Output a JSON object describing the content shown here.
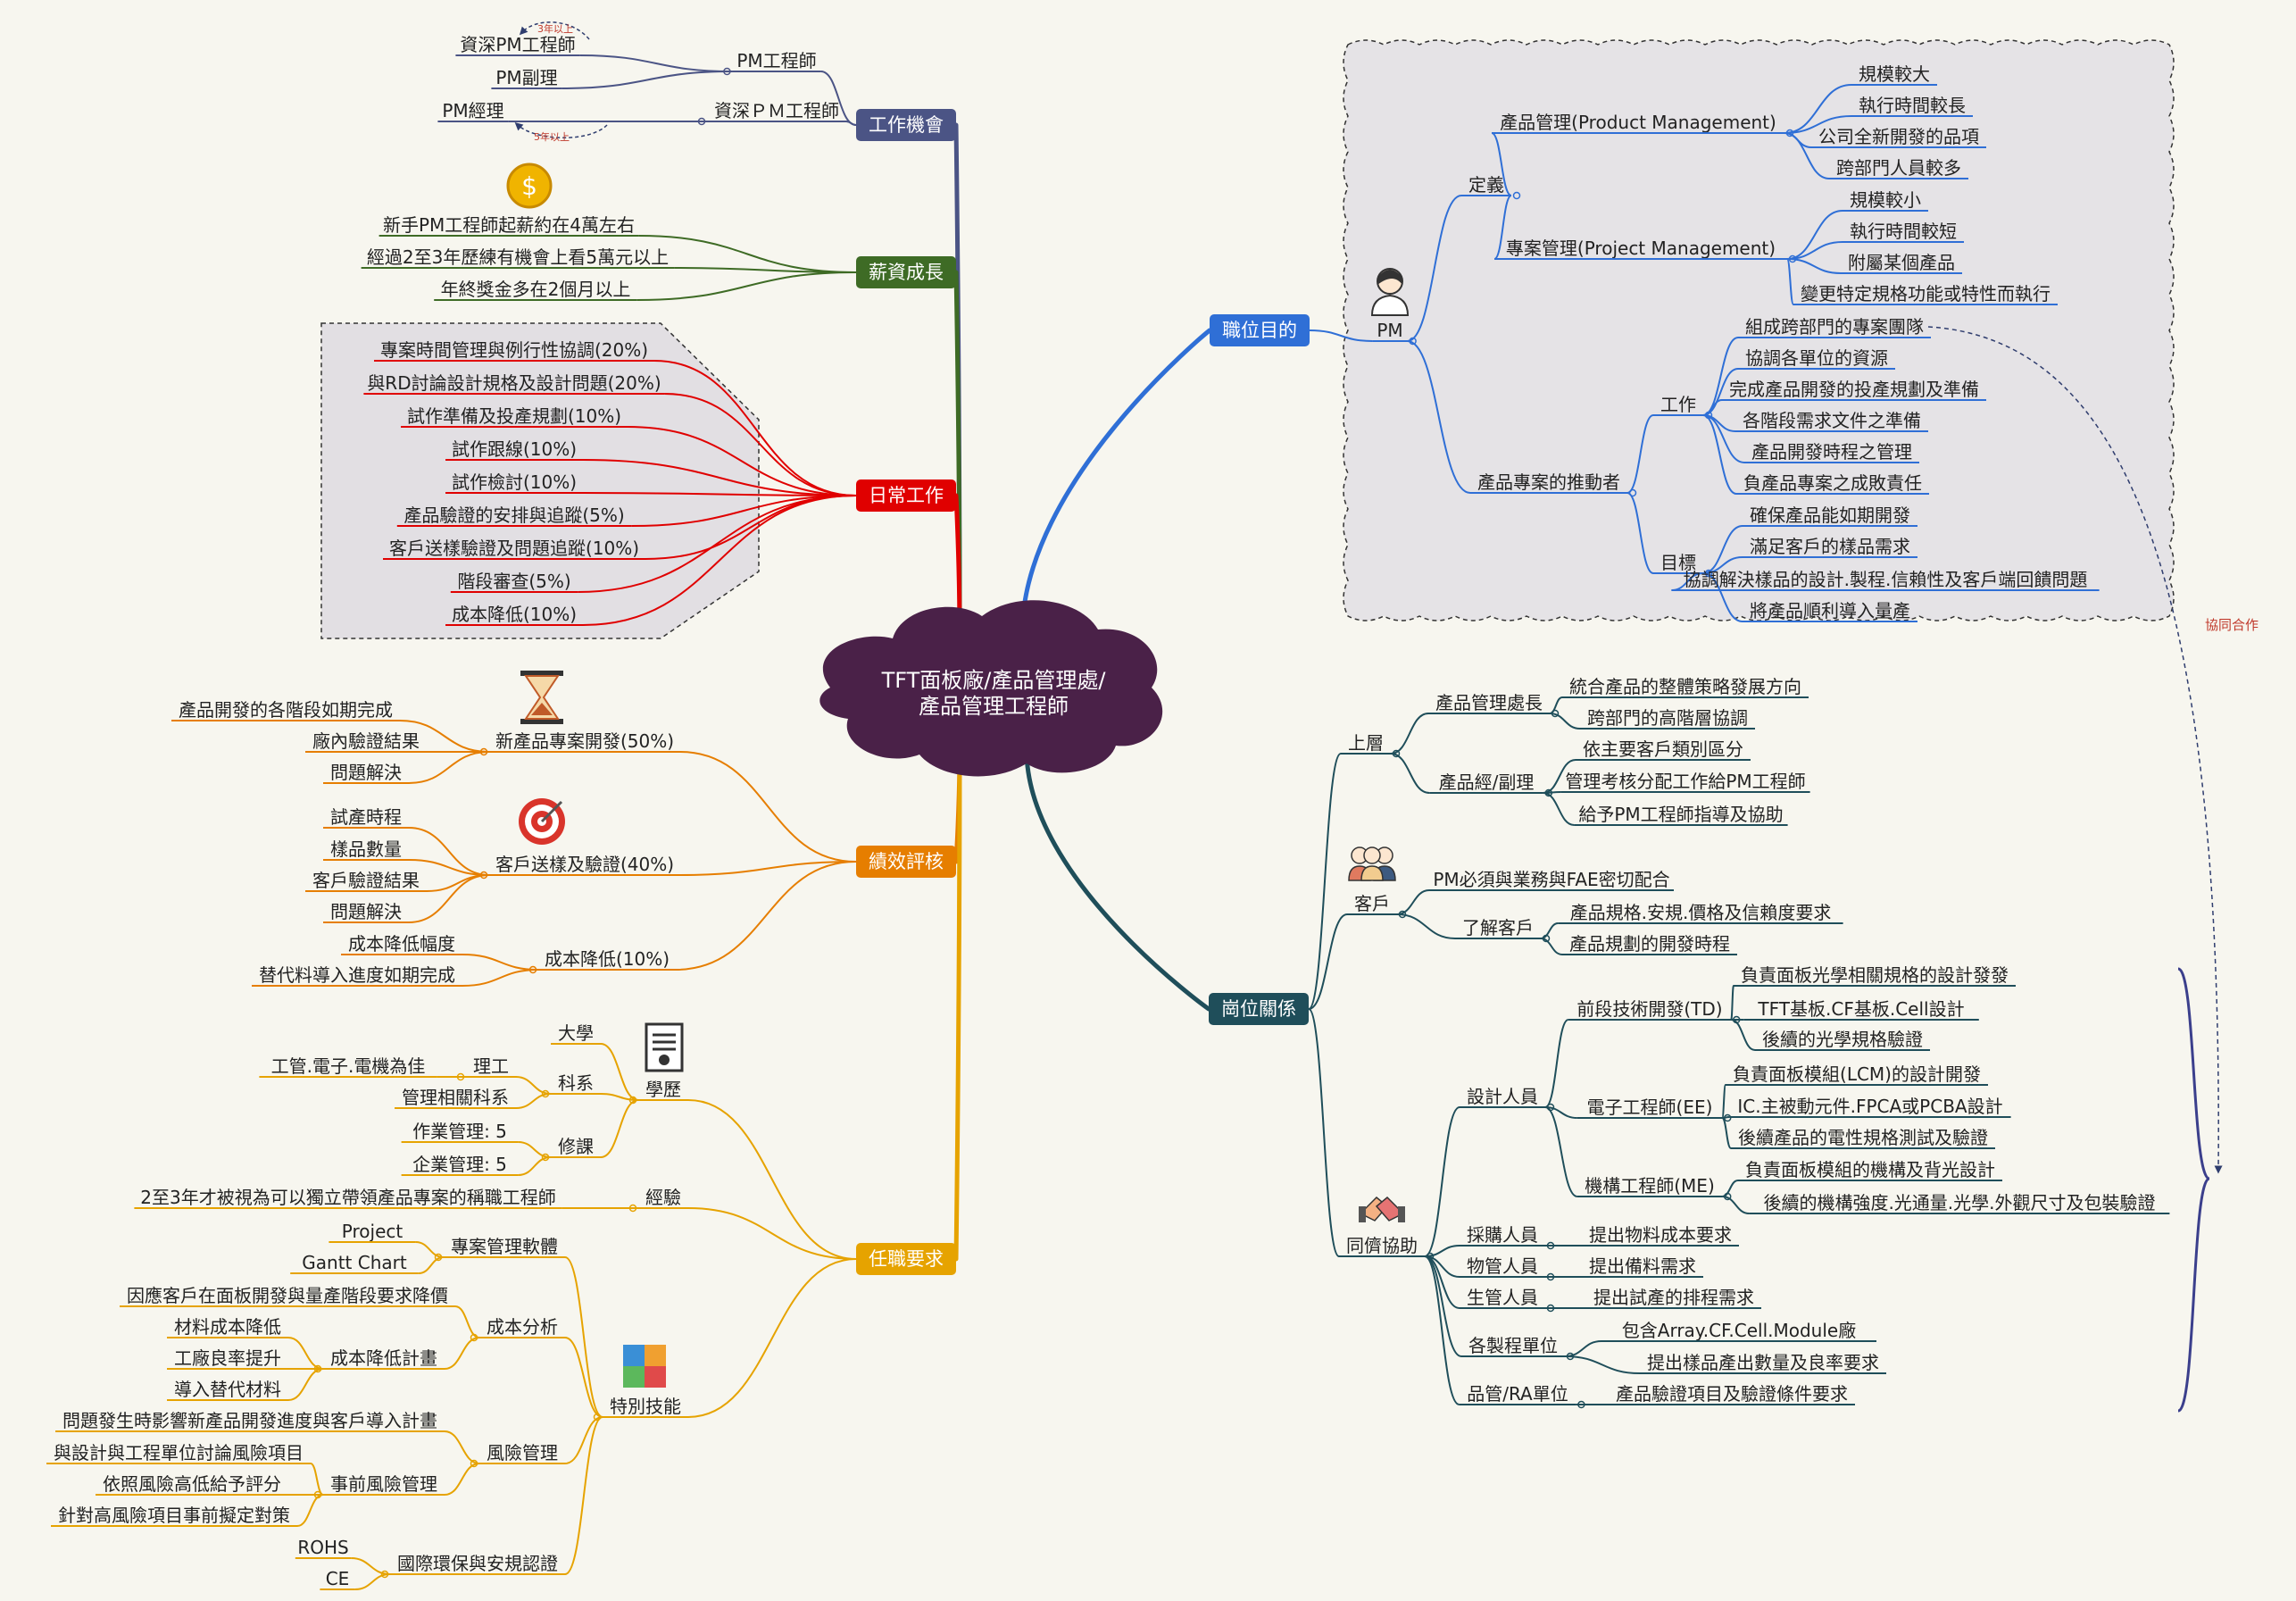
{
  "root": {
    "title": "TFT面板廠/產品管理處/產品管理工程師",
    "line1": "TFT面板廠/產品管理處/",
    "line2": "產品管理工程師",
    "color": "#4a2148"
  },
  "branches": [
    {
      "id": "b-career",
      "label": "工作機會",
      "color": "#4b5485",
      "children": [
        {
          "label": "PM工程師",
          "children": [
            {
              "label": "資深PM工程師"
            },
            {
              "label": "PM副理"
            }
          ]
        },
        {
          "label": "資深ＰＭ工程師",
          "children": [
            {
              "label": "PM經理"
            }
          ]
        }
      ]
    },
    {
      "id": "b-salary",
      "label": "薪資成長",
      "color": "#3e6b25",
      "children": [
        {
          "label": "新手PM工程師起薪約在4萬左右"
        },
        {
          "label": "經過2至3年歷練有機會上看5萬元以上"
        },
        {
          "label": "年終獎金多在2個月以上"
        }
      ]
    },
    {
      "id": "b-daily",
      "label": "日常工作",
      "color": "#e00000",
      "children": [
        {
          "label": "專案時間管理與例行性協調(20%)"
        },
        {
          "label": "與RD討論設計規格及設計問題(20%)"
        },
        {
          "label": "試作準備及投產規劃(10%)"
        },
        {
          "label": "試作跟線(10%)"
        },
        {
          "label": "試作檢討(10%)"
        },
        {
          "label": "產品驗證的安排與追蹤(5%)"
        },
        {
          "label": "客戶送樣驗證及問題追蹤(10%)"
        },
        {
          "label": "階段審查(5%)"
        },
        {
          "label": "成本降低(10%)"
        }
      ]
    },
    {
      "id": "b-perf",
      "label": "績效評核",
      "color": "#e67e00",
      "children": [
        {
          "label": "新產品專案開發(50%)",
          "children": [
            {
              "label": "產品開發的各階段如期完成"
            },
            {
              "label": "廠內驗證結果"
            },
            {
              "label": "問題解決"
            }
          ]
        },
        {
          "label": "客戶送樣及驗證(40%)",
          "children": [
            {
              "label": "試產時程"
            },
            {
              "label": "樣品數量"
            },
            {
              "label": "客戶驗證結果"
            },
            {
              "label": "問題解決"
            }
          ]
        },
        {
          "label": "成本降低(10%)",
          "children": [
            {
              "label": "成本降低幅度"
            },
            {
              "label": "替代料導入進度如期完成"
            }
          ]
        }
      ]
    },
    {
      "id": "b-req",
      "label": "任職要求",
      "color": "#e6a300",
      "children": [
        {
          "label": "學歷",
          "children": [
            {
              "label": "大學"
            },
            {
              "label": "科系",
              "children": [
                {
                  "label": "理工",
                  "children": [
                    {
                      "label": "工管.電子.電機為佳"
                    }
                  ]
                },
                {
                  "label": "管理相關科系"
                }
              ]
            },
            {
              "label": "修課",
              "children": [
                {
                  "label": "作業管理: 5"
                },
                {
                  "label": "企業管理: 5"
                }
              ]
            }
          ]
        },
        {
          "label": "經驗",
          "children": [
            {
              "label": "2至3年才被視為可以獨立帶領產品專案的稱職工程師"
            }
          ]
        },
        {
          "label": "特別技能",
          "children": [
            {
              "label": "專案管理軟體",
              "children": [
                {
                  "label": "Project"
                },
                {
                  "label": "Gantt Chart"
                }
              ]
            },
            {
              "label": "成本分析",
              "children": [
                {
                  "label": "因應客戶在面板開發與量產階段要求降價"
                },
                {
                  "label": "成本降低計畫",
                  "children": [
                    {
                      "label": "材料成本降低"
                    },
                    {
                      "label": "工廠良率提升"
                    },
                    {
                      "label": "導入替代材料"
                    }
                  ]
                }
              ]
            },
            {
              "label": "風險管理",
              "children": [
                {
                  "label": "問題發生時影響新產品開發進度與客戶導入計畫"
                },
                {
                  "label": "事前風險管理",
                  "children": [
                    {
                      "label": "與設計與工程單位討論風險項目"
                    },
                    {
                      "label": "依照風險高低給予評分"
                    },
                    {
                      "label": "針對高風險項目事前擬定對策"
                    }
                  ]
                }
              ]
            },
            {
              "label": "國際環保與安規認證",
              "children": [
                {
                  "label": "ROHS"
                },
                {
                  "label": "CE"
                }
              ]
            }
          ]
        }
      ]
    },
    {
      "id": "b-purpose",
      "label": "職位目的",
      "color": "#2f6fd6",
      "children": [
        {
          "label": "PM",
          "children": [
            {
              "label": "定義",
              "children": [
                {
                  "label": "產品管理(Product Management)",
                  "children": [
                    {
                      "label": "規模較大"
                    },
                    {
                      "label": "執行時間較長"
                    },
                    {
                      "label": "公司全新開發的品項"
                    },
                    {
                      "label": "跨部門人員較多"
                    }
                  ]
                },
                {
                  "label": "專案管理(Project Management)",
                  "children": [
                    {
                      "label": "規模較小"
                    },
                    {
                      "label": "執行時間較短"
                    },
                    {
                      "label": "附屬某個產品"
                    },
                    {
                      "label": "變更特定規格功能或特性而執行"
                    }
                  ]
                }
              ]
            },
            {
              "label": "產品專案的推動者",
              "children": [
                {
                  "label": "工作",
                  "children": [
                    {
                      "label": "組成跨部門的專案團隊"
                    },
                    {
                      "label": "協調各單位的資源"
                    },
                    {
                      "label": "完成產品開發的投產規劃及準備"
                    },
                    {
                      "label": "各階段需求文件之準備"
                    },
                    {
                      "label": "產品開發時程之管理"
                    },
                    {
                      "label": "負產品專案之成敗責任"
                    }
                  ]
                },
                {
                  "label": "目標",
                  "children": [
                    {
                      "label": "確保產品能如期開發"
                    },
                    {
                      "label": "滿足客戶的樣品需求"
                    },
                    {
                      "label": "協調解決樣品的設計.製程.信賴性及客戶端回饋問題"
                    },
                    {
                      "label": "將產品順利導入量產"
                    }
                  ]
                }
              ]
            }
          ]
        }
      ]
    },
    {
      "id": "b-relation",
      "label": "崗位關係",
      "color": "#1f4e5a",
      "children": [
        {
          "label": "上層",
          "children": [
            {
              "label": "產品管理處長",
              "children": [
                {
                  "label": "統合產品的整體策略發展方向"
                },
                {
                  "label": "跨部門的高階層協調"
                }
              ]
            },
            {
              "label": "產品經/副理",
              "children": [
                {
                  "label": "依主要客戶類別區分"
                },
                {
                  "label": "管理考核分配工作給PM工程師"
                },
                {
                  "label": "給予PM工程師指導及協助"
                }
              ]
            }
          ]
        },
        {
          "label": "客戶",
          "children": [
            {
              "label": "PM必須與業務與FAE密切配合"
            },
            {
              "label": "了解客戶",
              "children": [
                {
                  "label": "產品規格.安規.價格及信賴度要求"
                },
                {
                  "label": "產品規劃的開發時程"
                }
              ]
            }
          ]
        },
        {
          "label": "同儕協助",
          "children": [
            {
              "label": "設計人員",
              "children": [
                {
                  "label": "前段技術開發(TD)",
                  "children": [
                    {
                      "label": "負責面板光學相關規格的設計發發"
                    },
                    {
                      "label": "TFT基板.CF基板.Cell設計"
                    },
                    {
                      "label": "後續的光學規格驗證"
                    }
                  ]
                },
                {
                  "label": "電子工程師(EE)",
                  "children": [
                    {
                      "label": "負責面板模組(LCM)的設計開發"
                    },
                    {
                      "label": "IC.主被動元件.FPCA或PCBA設計"
                    },
                    {
                      "label": "後續產品的電性規格測試及驗證"
                    }
                  ]
                },
                {
                  "label": "機構工程師(ME)",
                  "children": [
                    {
                      "label": "負責面板模組的機構及背光設計"
                    },
                    {
                      "label": "後續的機構強度.光通量.光學.外觀尺寸及包裝驗證"
                    }
                  ]
                }
              ]
            },
            {
              "label": "採購人員",
              "children": [
                {
                  "label": "提出物料成本要求"
                }
              ]
            },
            {
              "label": "物管人員",
              "children": [
                {
                  "label": "提出備料需求"
                }
              ]
            },
            {
              "label": "生管人員",
              "children": [
                {
                  "label": "提出試產的排程需求"
                }
              ]
            },
            {
              "label": "各製程單位",
              "children": [
                {
                  "label": "包含Array.CF.Cell.Module廠"
                },
                {
                  "label": "提出樣品產出數量及良率要求"
                }
              ]
            },
            {
              "label": "品管/RA單位",
              "children": [
                {
                  "label": "產品驗證項目及驗證條件要求"
                }
              ]
            }
          ]
        }
      ]
    }
  ],
  "annotations": {
    "years3": "3年以上",
    "years5": "5年以上",
    "cooperate": "協同合作"
  },
  "icons": [
    "dollar-icon",
    "hourglass-icon",
    "target-icon",
    "certificate-icon",
    "puzzle-icon",
    "pm-person-icon",
    "customers-icon",
    "handshake-icon"
  ]
}
